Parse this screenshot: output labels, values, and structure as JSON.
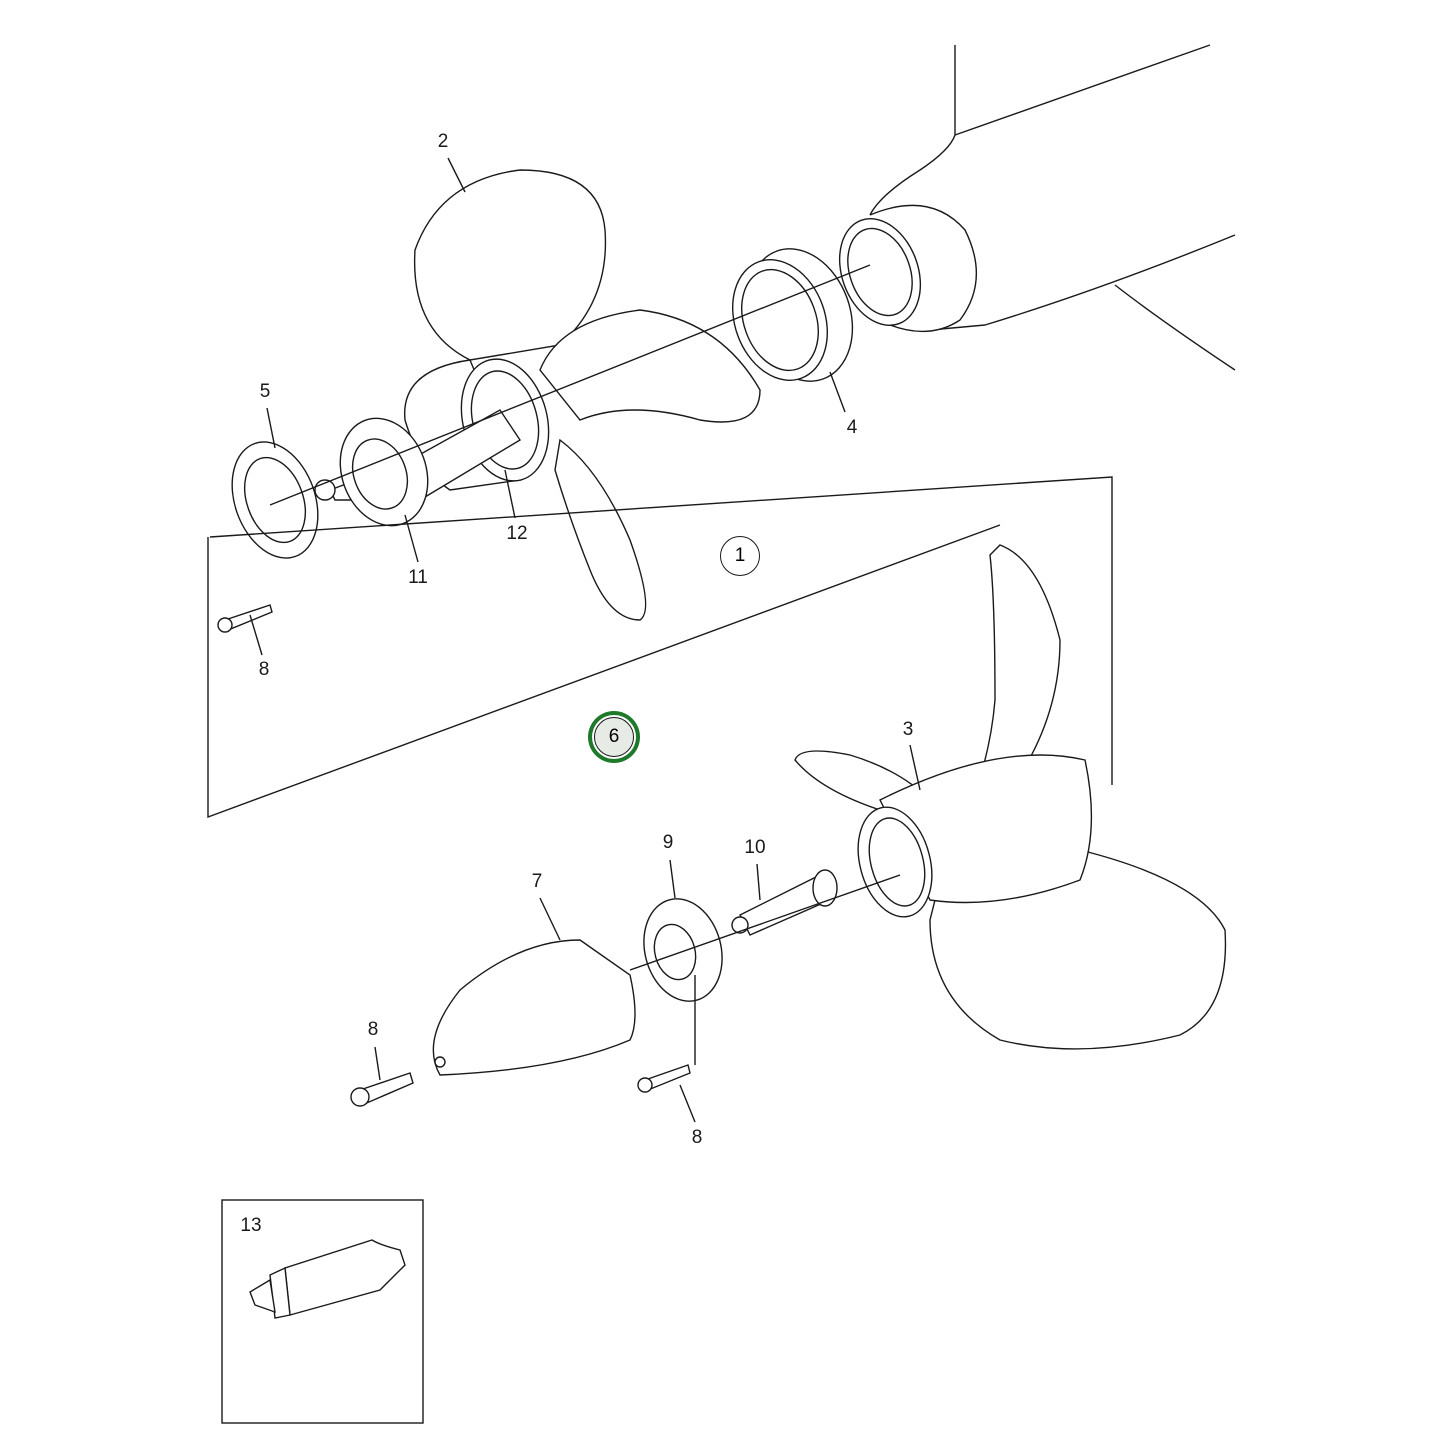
{
  "highlight_color": "#1e7a2a",
  "callouts": [
    {
      "id": "2",
      "label": "2"
    },
    {
      "id": "5",
      "label": "5"
    },
    {
      "id": "4",
      "label": "4"
    },
    {
      "id": "12",
      "label": "12"
    },
    {
      "id": "1",
      "label": "1",
      "circled": true
    },
    {
      "id": "11",
      "label": "11"
    },
    {
      "id": "8a",
      "label": "8"
    },
    {
      "id": "3",
      "label": "3"
    },
    {
      "id": "6",
      "label": "6",
      "circled": true,
      "highlighted": true
    },
    {
      "id": "9",
      "label": "9"
    },
    {
      "id": "10",
      "label": "10"
    },
    {
      "id": "7",
      "label": "7"
    },
    {
      "id": "8b",
      "label": "8"
    },
    {
      "id": "8c",
      "label": "8"
    },
    {
      "id": "13",
      "label": "13"
    }
  ]
}
